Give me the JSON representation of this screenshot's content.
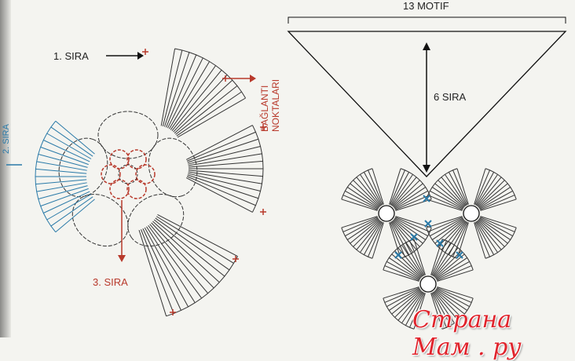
{
  "labels": {
    "row1": "1. SIRA",
    "row2": "2. SIRA",
    "row3": "3. SIRA",
    "connection_points": [
      "BAĞLANTI",
      "NOKTALARI"
    ],
    "motif_count": "13 MOTIF",
    "rows": "6 SIRA"
  },
  "watermark": "Страна Мам . ру",
  "colors": {
    "red": "#b8392b",
    "blue": "#2a7aa8",
    "ink": "#333333"
  }
}
